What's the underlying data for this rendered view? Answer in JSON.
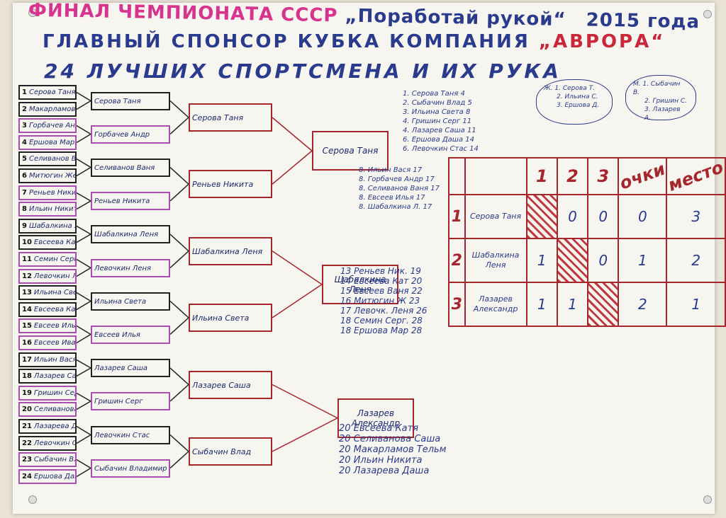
{
  "title": {
    "line1_part1": "ФИНАЛ ЧЕМПИОНАТА СССР",
    "line1_part2": "„Поработай рукой“",
    "line1_part3": "2015 года",
    "line2_part1": "ГЛАВНЫЙ СПОНСОР КУБКА КОМПАНИЯ",
    "line2_part2": "„АВРОРА“",
    "line3": "24 ЛУЧШИХ СПОРТСМЕНА И ИХ РУКА"
  },
  "round1": [
    {
      "num": "1",
      "name": "Серова Таня"
    },
    {
      "num": "2",
      "name": "Макарламов"
    },
    {
      "num": "3",
      "name": "Горбачев Андр"
    },
    {
      "num": "4",
      "name": "Ершова Мария"
    },
    {
      "num": "5",
      "name": "Селиванов Ваня"
    },
    {
      "num": "6",
      "name": "Митюгин Жен"
    },
    {
      "num": "7",
      "name": "Реньев Никита"
    },
    {
      "num": "8",
      "name": "Ильин Никита"
    },
    {
      "num": "9",
      "name": "Шабалкина Леня"
    },
    {
      "num": "10",
      "name": "Евсеева Катя"
    },
    {
      "num": "11",
      "name": "Семин Сергей"
    },
    {
      "num": "12",
      "name": "Левочкин Леня"
    },
    {
      "num": "13",
      "name": "Ильина Света"
    },
    {
      "num": "14",
      "name": "Евсеева Кат"
    },
    {
      "num": "15",
      "name": "Евсеев Илья"
    },
    {
      "num": "16",
      "name": "Евсеев Иван"
    },
    {
      "num": "17",
      "name": "Ильин Вася"
    },
    {
      "num": "18",
      "name": "Лазарев Саша"
    },
    {
      "num": "19",
      "name": "Гришин Сергей"
    },
    {
      "num": "20",
      "name": "Селиванова Саша"
    },
    {
      "num": "21",
      "name": "Лазарева Дарья"
    },
    {
      "num": "22",
      "name": "Левочкин Стас"
    },
    {
      "num": "23",
      "name": "Сыбачин Владимир"
    },
    {
      "num": "24",
      "name": "Ершова Даша"
    }
  ],
  "round2": [
    "Серова Таня",
    "Горбачев Андр",
    "Селиванов Ваня",
    "Реньев Никита",
    "Шабалкина Леня",
    "Левочкин Леня",
    "Ильина Света",
    "Евсеев Илья",
    "Лазарев Саша",
    "Гришин Серг",
    "Левочкин Стас",
    "Сыбачин Владимир"
  ],
  "round3": [
    "Серова Таня",
    "Реньев Никита",
    "Шабалкина Леня",
    "Ильина Света",
    "Лазарев Саша",
    "Сыбачин Влад"
  ],
  "round4": [
    "Серова Таня",
    "Шабалкина Леня",
    "Лазарев Александр"
  ],
  "notes_top": [
    "1. Серова Таня 4",
    "2. Сыбачин Влад 5",
    "3. Ильина Света 8",
    "4. Гришин Серг 11",
    "4. Лазарев Саша 11",
    "6. Ершова Даша 14",
    "6. Левочкин Стас 14"
  ],
  "notes_mid": [
    "8. Ильин Вася 17",
    "8. Горбачев Андр 17",
    "8. Селиванов Ваня 17",
    "8. Евсеев Илья 17",
    "8. Шабалкина Л. 17"
  ],
  "notes_low": [
    "13 Реньев Ник. 19",
    "14 Евсеева Кат 20",
    "15 Евсеев Ваня 22",
    "16 Митюгин Ж 23",
    "17 Левочк. Леня 26",
    "18 Семин Серг. 28",
    "18 Ершова Мар 28"
  ],
  "notes_bottom": [
    "20 Евсеева Катя",
    "20 Селиванова Саша",
    "20 Макарламов Тельм",
    "20 Ильин Никита",
    "20 Лазарева Даша"
  ],
  "legend_left": [
    "Ж. 1. Серова Т.",
    "2. Ильина С.",
    "3. Ершова Д."
  ],
  "legend_right": [
    "М. 1. Сыбачин В.",
    "2. Гришин С.",
    "3. Лазарев А."
  ],
  "final_table": {
    "headers": [
      "1",
      "2",
      "3",
      "очки",
      "место"
    ],
    "rows": [
      {
        "idx": "1",
        "name": "Серова Таня",
        "cells": [
          "",
          "0",
          "0",
          "0",
          "3"
        ]
      },
      {
        "idx": "2",
        "name": "Шабалкина Леня",
        "cells": [
          "1",
          "",
          "0",
          "1",
          "2"
        ]
      },
      {
        "idx": "3",
        "name": "Лазарев Александр",
        "cells": [
          "1",
          "1",
          "",
          "2",
          "1"
        ]
      }
    ]
  },
  "colors": {
    "ink_blue": "#2a3a8c",
    "marker_red": "#a5272d",
    "marker_pink": "#d8338f",
    "marker_purple": "#a84fb0"
  }
}
